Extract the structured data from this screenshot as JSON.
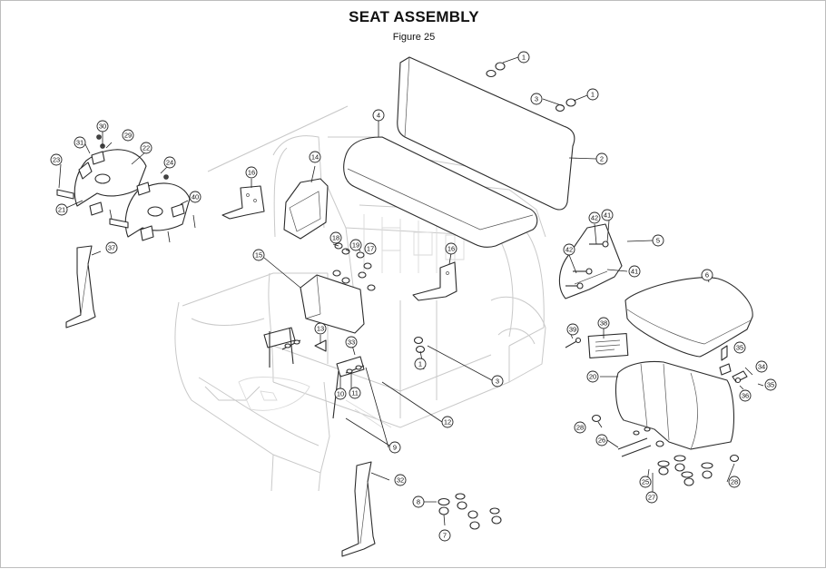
{
  "title": "SEAT ASSEMBLY",
  "subtitle": "Figure 25",
  "callouts": [
    "1",
    "1",
    "1",
    "2",
    "3",
    "3",
    "4",
    "5",
    "6",
    "7",
    "8",
    "9",
    "10",
    "11",
    "12",
    "13",
    "14",
    "15",
    "16",
    "16",
    "17",
    "18",
    "19",
    "20",
    "21",
    "22",
    "23",
    "24",
    "25",
    "26",
    "27",
    "28",
    "28",
    "29",
    "30",
    "31",
    "32",
    "33",
    "34",
    "35",
    "35",
    "36",
    "37",
    "38",
    "39",
    "40",
    "41",
    "41",
    "42",
    "42"
  ],
  "colors": {
    "line": "#2b2b2b",
    "frame_ghost": "#c9c9c9",
    "border": "#bdbdbd"
  }
}
